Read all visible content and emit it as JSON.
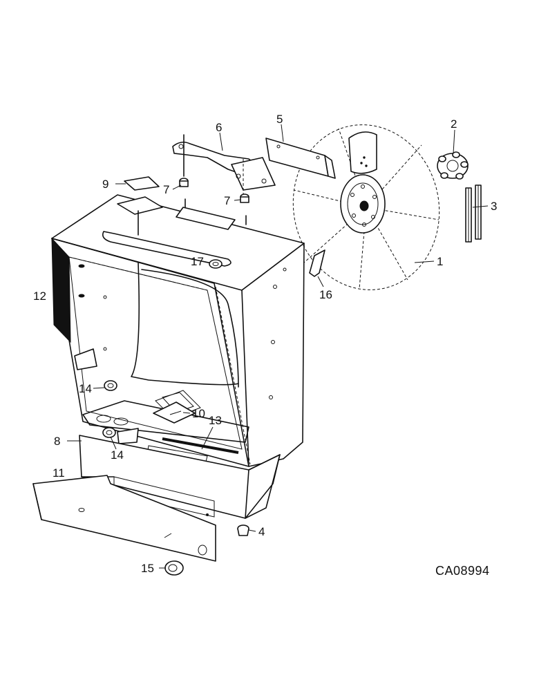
{
  "diagram": {
    "code": "CA08994",
    "callouts": [
      {
        "id": "1",
        "text": "1"
      },
      {
        "id": "2",
        "text": "2"
      },
      {
        "id": "3",
        "text": "3"
      },
      {
        "id": "4",
        "text": "4"
      },
      {
        "id": "5",
        "text": "5"
      },
      {
        "id": "6",
        "text": "6"
      },
      {
        "id": "7a",
        "text": "7"
      },
      {
        "id": "7b",
        "text": "7"
      },
      {
        "id": "8",
        "text": "8"
      },
      {
        "id": "9",
        "text": "9"
      },
      {
        "id": "10",
        "text": "10"
      },
      {
        "id": "11",
        "text": "11"
      },
      {
        "id": "12",
        "text": "12"
      },
      {
        "id": "13",
        "text": "13"
      },
      {
        "id": "14a",
        "text": "14"
      },
      {
        "id": "14b",
        "text": "14"
      },
      {
        "id": "15",
        "text": "15"
      },
      {
        "id": "16",
        "text": "16"
      },
      {
        "id": "17",
        "text": "17"
      }
    ]
  }
}
